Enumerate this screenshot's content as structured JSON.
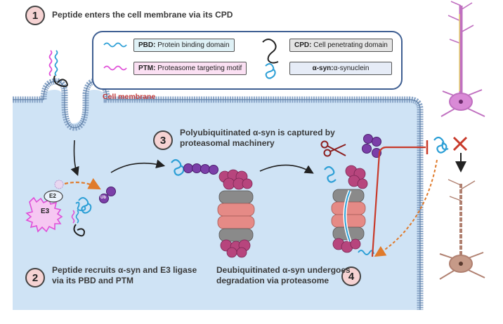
{
  "steps": [
    {
      "num": "1",
      "text": "Peptide enters the cell membrane via its CPD"
    },
    {
      "num": "2",
      "text_line1": "Peptide recruits α-syn and E3 ligase",
      "text_line2": "via its PBD and PTM"
    },
    {
      "num": "3",
      "text_line1": "Polyubiquitinated α-syn is captured by",
      "text_line2": "proteasomal machinery"
    },
    {
      "num": "4",
      "text_line1": "Deubiquitinated α-syn undergoes",
      "text_line2": "degradation via proteasome"
    }
  ],
  "legend": {
    "pbd_abbr": "PBD:",
    "pbd_desc": " Protein binding domain",
    "cpd_abbr": "CPD:",
    "cpd_desc": " Cell penetrating domain",
    "ptm_abbr": "PTM:",
    "ptm_desc": " Proteasome targeting motif",
    "asyn_abbr": "α-syn:",
    "asyn_desc": "α-synuclein"
  },
  "membrane_label": "Cell membrane",
  "labels": {
    "e2": "E2",
    "e3": "E3",
    "ub": "Ub"
  },
  "colors": {
    "cell_fill": "#cfe3f5",
    "membrane": "#8aa6c8",
    "pbd": "#2c9fd6",
    "ptm": "#e04fd8",
    "ub": "#7b3fa8",
    "proteasome_cap": "#b7457d",
    "proteasome_gray": "#8a8a8a",
    "proteasome_pink": "#e58a86",
    "legend_pbd_bg": "#dff1f6",
    "legend_ptm_bg": "#fbe0f3",
    "legend_cpd_bg": "#e4e4e4",
    "legend_asyn_bg": "#e6ecf7",
    "arrow_orange": "#e07b2c",
    "block_red": "#c83a2a"
  },
  "icons": [
    "scissors-icon",
    "cross-mark-icon",
    "neuron-healthy-icon",
    "neuron-degenerating-icon",
    "proteasome-icon",
    "ubiquitin-icon"
  ]
}
